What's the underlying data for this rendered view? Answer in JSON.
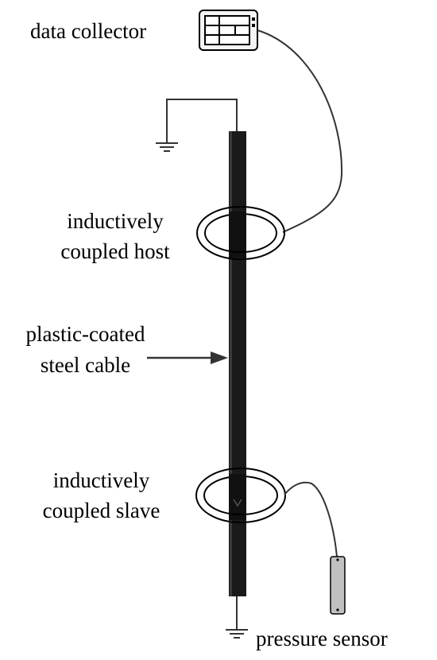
{
  "labels": {
    "data_collector": "data collector",
    "host_line1": "inductively",
    "host_line2": "coupled host",
    "cable_line1": "plastic-coated",
    "cable_line2": "steel cable",
    "slave_line1": "inductively",
    "slave_line2": "coupled slave",
    "pressure_sensor": "pressure sensor"
  },
  "colors": {
    "cable": "#1a1a1a",
    "wire": "#333333",
    "ring": "#000000",
    "sensor_fill": "#c0c0c0",
    "collector_screen": "#ffffff"
  },
  "icons": {
    "collector": "data-collector-device-icon",
    "sensor": "pressure-sensor-icon",
    "ground": "ground-symbol-icon"
  }
}
